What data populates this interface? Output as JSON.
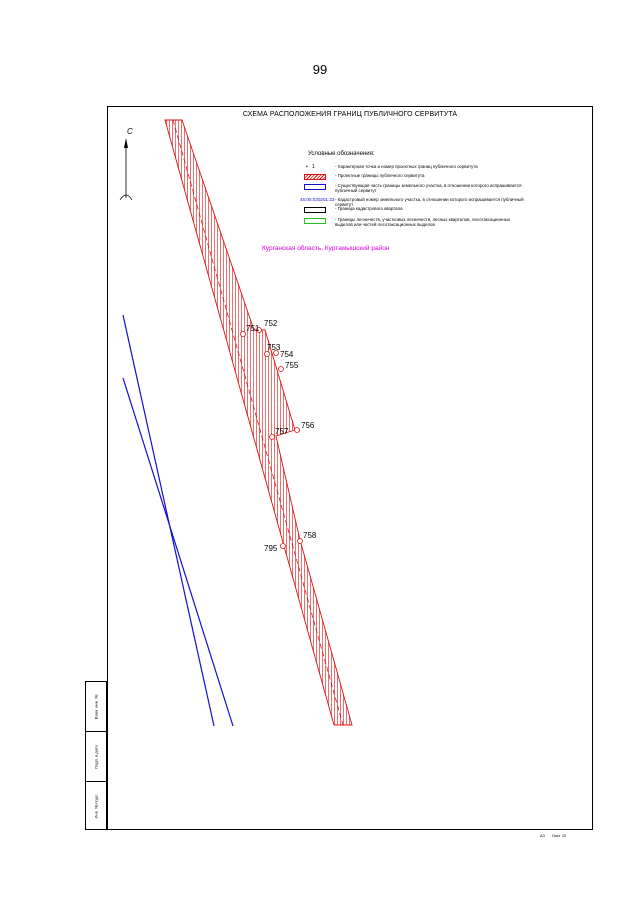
{
  "page_number": "99",
  "sheet_title": "СХЕМА РАСПОЛОЖЕНИЯ ГРАНИЦ ПУБЛИЧНОГО СЕРВИТУТА",
  "north_label": "С",
  "legend": {
    "title": "Условные обозначения:",
    "items": [
      {
        "symbol": "point",
        "symbol_text": "1",
        "text": "- Характерная точка и номер проектных границ публичного сервитута"
      },
      {
        "symbol": "hatch",
        "text": "- Проектные границы публичного сервитута"
      },
      {
        "symbol": "blue-box",
        "text": "- Существующая часть границы земельного участка, в отношении которого испрашивается публичный сервитут"
      },
      {
        "symbol": "cadastral-number",
        "symbol_text": "45:05:020201:23",
        "text": "- Кадастровый номер земельного участка, в отношении которого испрашивается публичный сервитут"
      },
      {
        "symbol": "black-box",
        "text": "- Граница кадастрового квартала"
      },
      {
        "symbol": "green-box",
        "text": "- Границы лесничеств, участковых лесничеств, лесных кварталов, лесотаксационных выделов или частей лесотаксационных выделов"
      }
    ]
  },
  "region_label": "Курганская область, Куртамышский район",
  "points": [
    "751",
    "752",
    "753",
    "754",
    "755",
    "756",
    "757",
    "758",
    "795"
  ],
  "stamp": {
    "cells": [
      "Взам. инв. №",
      "Подп. и дата",
      "Инв. № подл."
    ]
  },
  "footer": {
    "format": "А3",
    "sheet": "Лист 10"
  },
  "colors": {
    "servitude": "#e01010",
    "parcel_boundary": "#1010d0",
    "region_label": "#e000e0",
    "forest_boundary": "#20c020"
  }
}
